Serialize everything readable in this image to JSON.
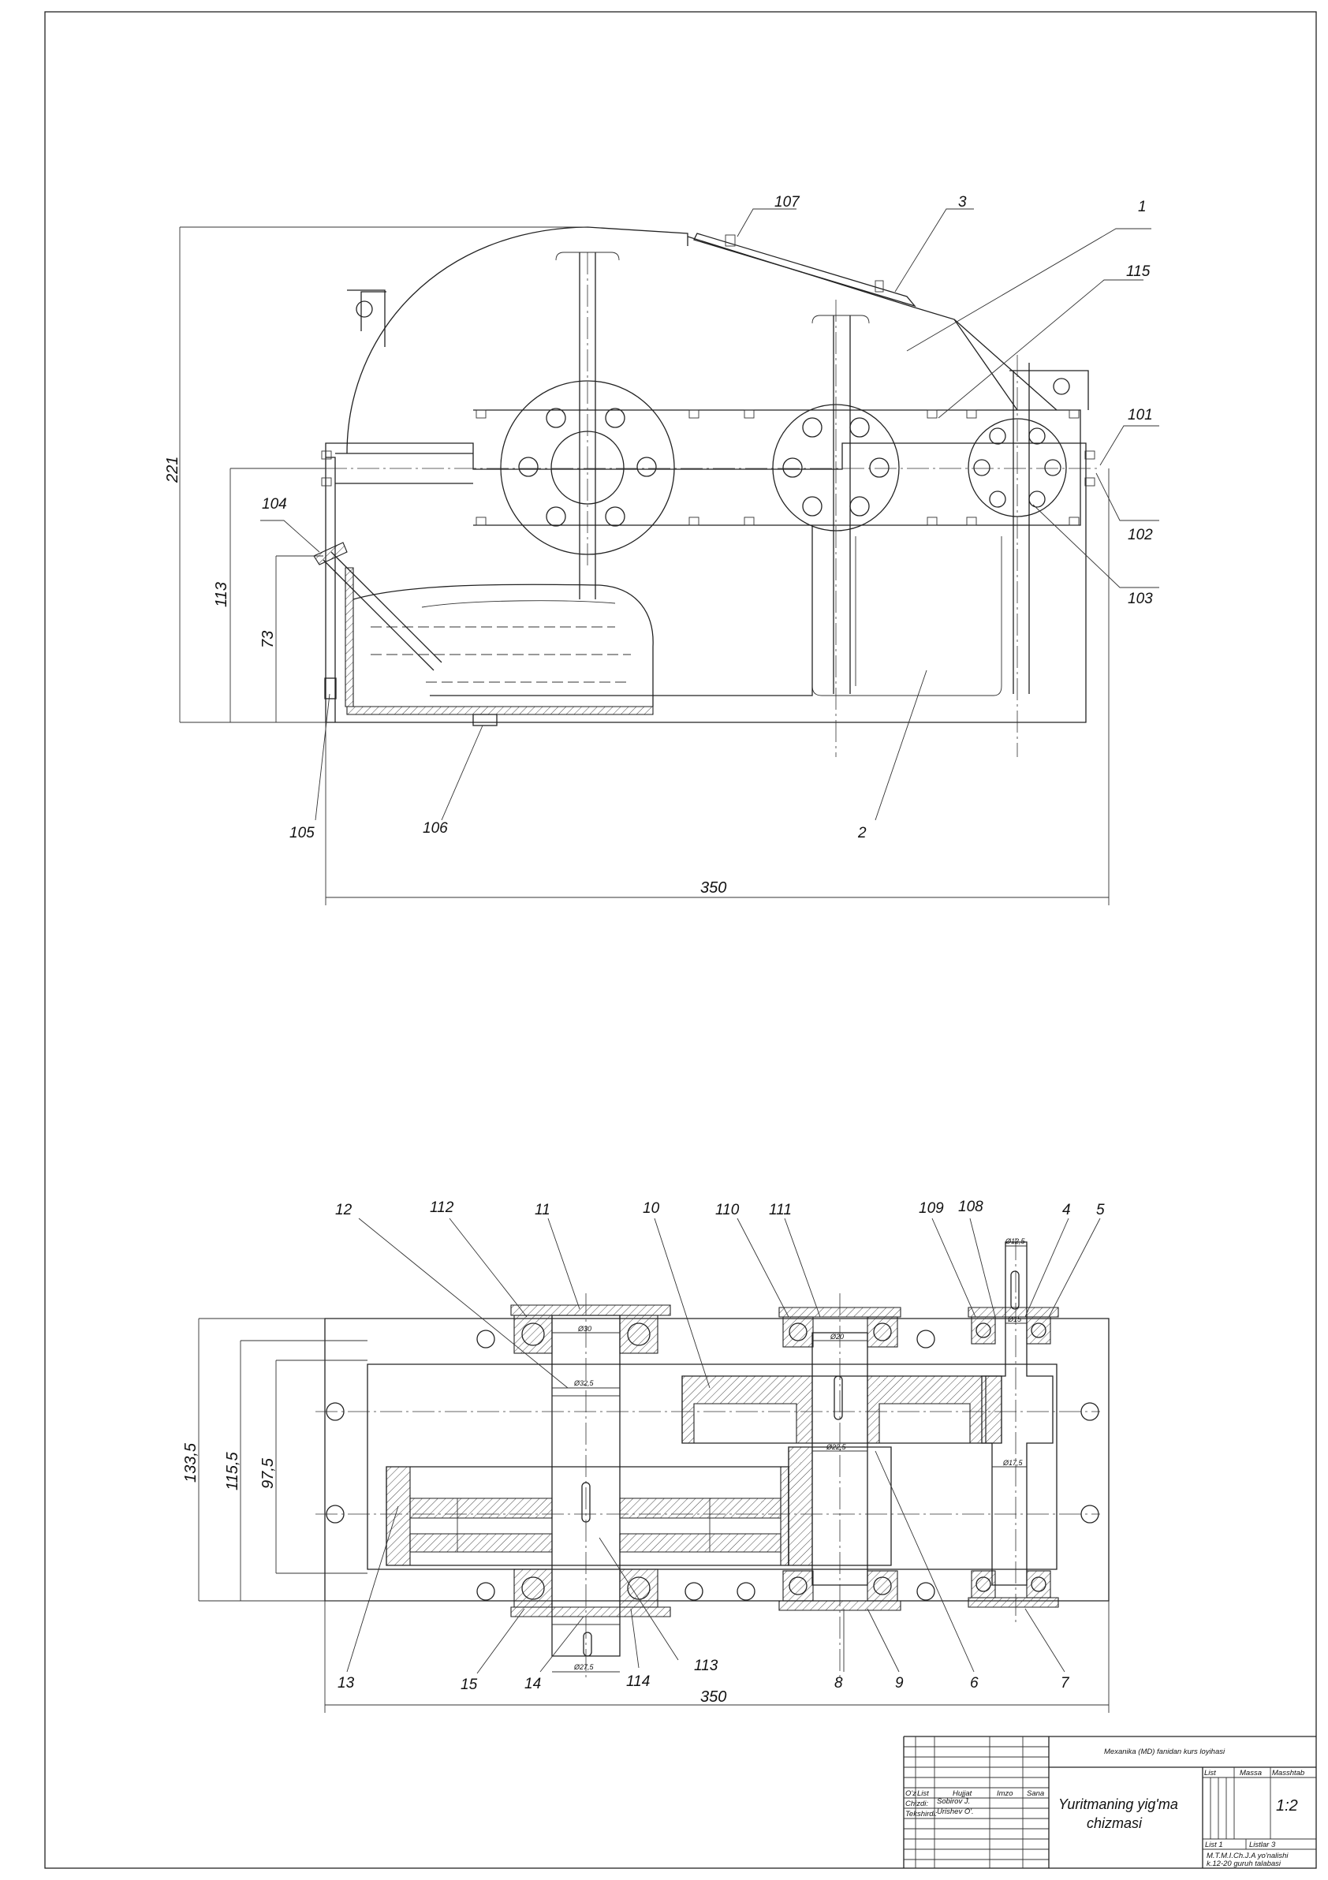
{
  "front_view": {
    "dimensions": {
      "overall_height": "221",
      "axis_height": "113",
      "oil_level": "73",
      "overall_length": "350"
    },
    "labels": {
      "l107": "107",
      "l3": "3",
      "l1": "1",
      "l115": "115",
      "l101": "101",
      "l104": "104",
      "l102": "102",
      "l103": "103",
      "l105": "105",
      "l106": "106",
      "l2": "2"
    }
  },
  "plan_view": {
    "dimensions": {
      "width_total": "133,5",
      "width_inner": "115,5",
      "width_gear": "97,5",
      "overall_length": "350"
    },
    "diameters": {
      "d30": "Ø30",
      "d32_5": "Ø32,5",
      "d27_5": "Ø27,5",
      "d20": "Ø20",
      "d22_5": "Ø22,5",
      "d12_5": "Ø12,5",
      "d15": "Ø15",
      "d17_5": "Ø17,5"
    },
    "labels": {
      "l12": "12",
      "l112": "112",
      "l11": "11",
      "l10": "10",
      "l110": "110",
      "l111": "111",
      "l109": "109",
      "l108": "108",
      "l4": "4",
      "l5": "5",
      "l13": "13",
      "l15": "15",
      "l14": "14",
      "l114": "114",
      "l113": "113",
      "l8": "8",
      "l9": "9",
      "l6": "6",
      "l7": "7"
    }
  },
  "title_block": {
    "course_title": "Mexanika (MD) fanidan kurs loyihasi",
    "drawing_title_line1": "Yuritmaning yig'ma",
    "drawing_title_line2": "chizmasi",
    "col_list": "List",
    "col_massa": "Massa",
    "col_masshtab": "Masshtab",
    "scale": "1:2",
    "sheet": "List 1",
    "sheets_total": "Listlar 3",
    "institution_line1": "M.T.M.I.Ch.J.A yo'nalishi",
    "institution_line2": "k.12-20 guruh talabasi",
    "hdr_ozl": "O'z",
    "hdr_list": "List",
    "hdr_hujjat": "Hujjat",
    "hdr_imzo": "Imzo",
    "hdr_sana": "Sana",
    "row_chizdi": "Chizdi:",
    "name_chizdi": "Sobirov J.",
    "row_tekshirdi": "Tekshirdi:",
    "name_tekshirdi": "Urishev O'."
  }
}
